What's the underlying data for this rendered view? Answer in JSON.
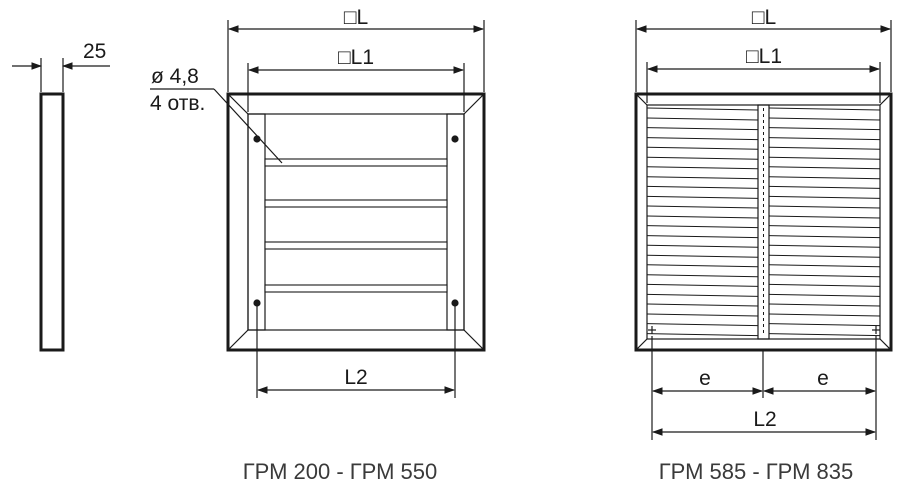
{
  "side_view": {
    "thickness_label": "25"
  },
  "left_grille": {
    "dim_L": "□L",
    "dim_L1": "□L1",
    "hole_diameter": "ø 4,8",
    "hole_count": "4 отв.",
    "dim_L2": "L2",
    "caption": "ГРМ 200 - ГРМ 550"
  },
  "right_grille": {
    "dim_L": "□L",
    "dim_L1": "□L1",
    "dim_e_left": "e",
    "dim_e_right": "e",
    "dim_L2": "L2",
    "caption": "ГРМ 585 - ГРМ 835"
  },
  "colors": {
    "line": "#1a1a1a",
    "caption": "#3a3a3a",
    "background": "#ffffff"
  }
}
